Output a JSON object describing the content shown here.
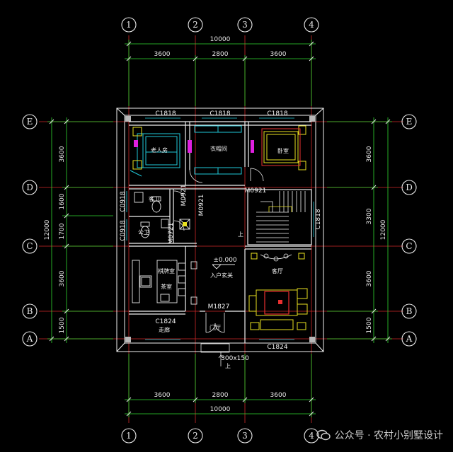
{
  "grid": {
    "columns": [
      "1",
      "2",
      "3",
      "4"
    ],
    "rows": [
      "E",
      "D",
      "C",
      "B",
      "A"
    ]
  },
  "dimensions": {
    "top_spans": [
      "3600",
      "2800",
      "3600"
    ],
    "top_total": "10000",
    "bottom_spans": [
      "3600",
      "2800",
      "3600"
    ],
    "bottom_total": "10000",
    "left_spans": [
      "3600",
      "1600",
      "1700",
      "3600",
      "1500"
    ],
    "left_total": "12000",
    "right_spans": [
      "3600",
      "3300",
      "3600",
      "1500"
    ],
    "right_total": "12000"
  },
  "windows": {
    "top": [
      "C1818",
      "C1818",
      "C1818"
    ],
    "left": [
      "C0918",
      "C0918"
    ],
    "right": "C1818",
    "bottom_left": "C1824",
    "bottom_right": "C1824"
  },
  "doors": {
    "m0921_a": "M0921",
    "m0921_b": "M0921",
    "m0921_c": "M0921",
    "m0721": "M0721",
    "m1827": "M1827"
  },
  "rooms": {
    "master_bedroom": "老人房",
    "wardrobe": "衣帽间",
    "bedroom": "卧室",
    "bath_top": "客卫",
    "bath_bottom": "公卫",
    "study_1": "棋牌室",
    "study_2": "茶室",
    "entry": "入户玄关",
    "living": "客厅",
    "corridor": "走廊",
    "gate": "门厅",
    "stair_up": "上",
    "step_up": "上"
  },
  "level": "±0.000",
  "step_note": "300x150",
  "watermark": "公众号 · 农村小别墅设计",
  "colors": {
    "grid_axis": "#e03030",
    "dim_line": "#30d830",
    "wall": "#f0f0f0",
    "furniture": "#20c8d8",
    "accent_magenta": "#e020e0",
    "accent_yellow": "#e8e020",
    "background": "#000000"
  }
}
